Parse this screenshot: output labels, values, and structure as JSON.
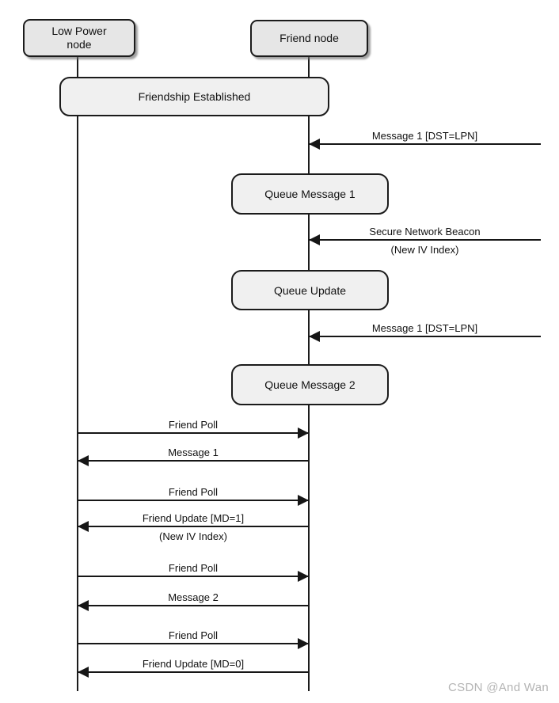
{
  "diagram": {
    "actors": {
      "lpn": {
        "label": "Low Power\nnode"
      },
      "friend": {
        "label": "Friend node"
      }
    },
    "banner": {
      "label": "Friendship Established"
    },
    "queues": [
      {
        "label": "Queue Message 1"
      },
      {
        "label": "Queue Update"
      },
      {
        "label": "Queue Message 2"
      }
    ],
    "messages": [
      {
        "label": "Message 1 [DST=LPN]",
        "from": "network",
        "to": "friend"
      },
      {
        "label": "Secure Network Beacon",
        "sublabel": "(New IV Index)",
        "from": "network",
        "to": "friend"
      },
      {
        "label": "Message 1 [DST=LPN]",
        "from": "network",
        "to": "friend"
      },
      {
        "label": "Friend Poll",
        "from": "lpn",
        "to": "friend"
      },
      {
        "label": "Message 1",
        "from": "friend",
        "to": "lpn"
      },
      {
        "label": "Friend Poll",
        "from": "lpn",
        "to": "friend"
      },
      {
        "label": "Friend Update [MD=1]",
        "sublabel": "(New IV Index)",
        "from": "friend",
        "to": "lpn"
      },
      {
        "label": "Friend Poll",
        "from": "lpn",
        "to": "friend"
      },
      {
        "label": "Message 2",
        "from": "friend",
        "to": "lpn"
      },
      {
        "label": "Friend Poll",
        "from": "lpn",
        "to": "friend"
      },
      {
        "label": "Friend Update [MD=0]",
        "from": "friend",
        "to": "lpn"
      }
    ],
    "watermark": "CSDN @And Wan"
  }
}
